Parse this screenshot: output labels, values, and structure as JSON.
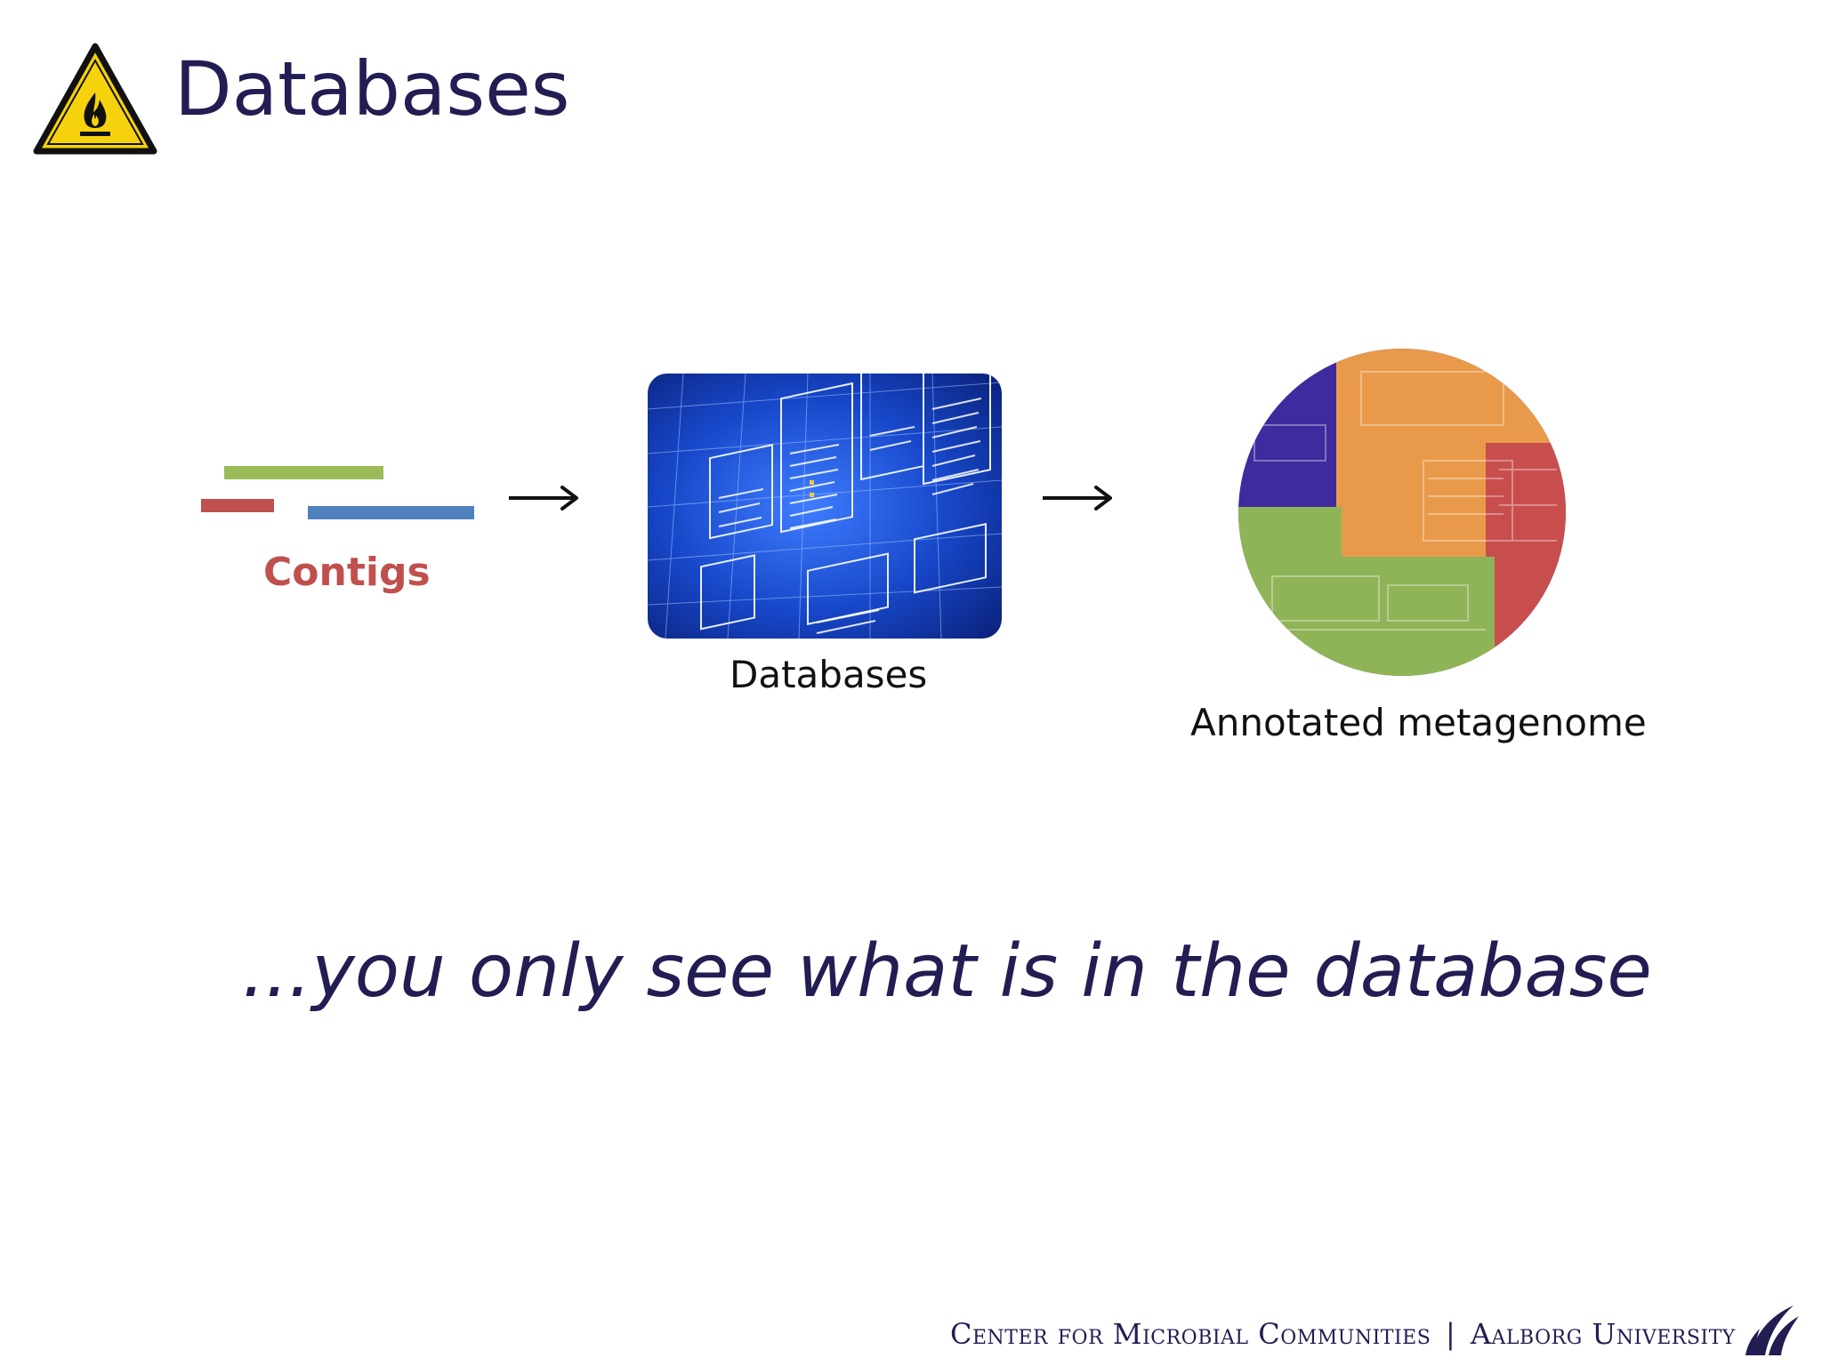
{
  "slide": {
    "title": "Databases",
    "tagline": "...you only see what is in the database"
  },
  "diagram": {
    "contigs_label": "Contigs",
    "database_label": "Databases",
    "result_label": "Annotated metagenome",
    "database_image_icon": "database-schema-image",
    "metagenome_image_icon": "annotated-metagenome-circle-image"
  },
  "footer": {
    "center": "Center for Microbial Communities",
    "separator": "|",
    "university": "Aalborg University",
    "logo_icon": "aau-logo"
  },
  "colors": {
    "title_navy": "#221d52",
    "contig_green": "#9bbb59",
    "contig_red": "#c0504d",
    "contig_blue": "#4f81bd",
    "warning_yellow": "#f6d20d"
  }
}
